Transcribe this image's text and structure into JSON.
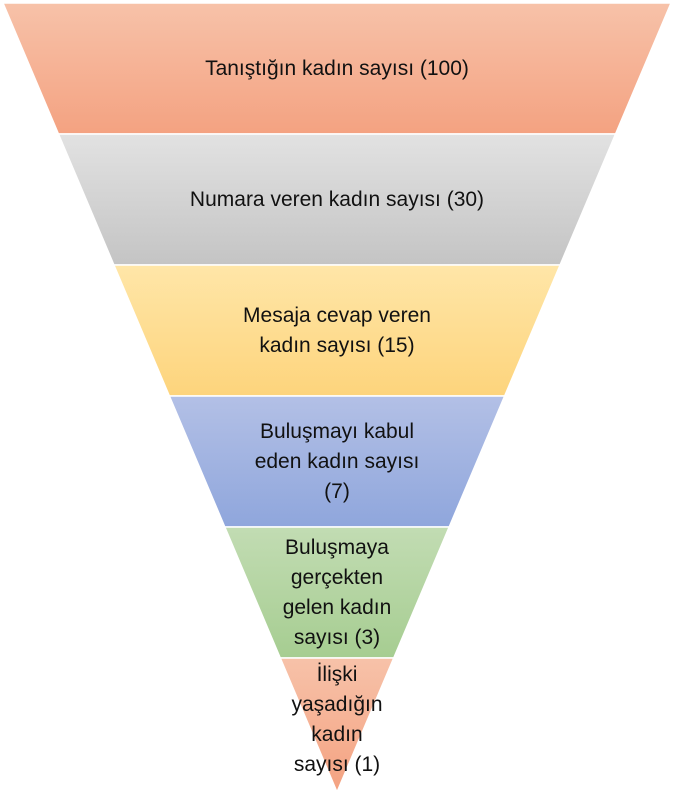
{
  "chart_data": {
    "type": "funnel",
    "stages": [
      {
        "label": "Tanıştığın kadın sayısı (100)",
        "value": 100,
        "color_top": "#f7c2a9",
        "color_bottom": "#f4a281"
      },
      {
        "label": "Numara veren kadın sayısı (30)",
        "value": 30,
        "color_top": "#e2e2e2",
        "color_bottom": "#c4c4c4"
      },
      {
        "label": "Mesaja cevap veren\nkadın sayısı (15)",
        "value": 15,
        "color_top": "#ffe6a8",
        "color_bottom": "#fdd47c"
      },
      {
        "label": "Buluşmayı kabul\neden kadın sayısı\n(7)",
        "value": 7,
        "color_top": "#b3c0e6",
        "color_bottom": "#8fa6dc"
      },
      {
        "label": "Buluşmaya\ngerçekten\ngelen kadın\nsayısı (3)",
        "value": 3,
        "color_top": "#c2dcb3",
        "color_bottom": "#a6cd91"
      },
      {
        "label": "İlişki\nyaşadığın\nkadın\nsayısı (1)",
        "value": 1,
        "color_top": "#f7c2a9",
        "color_bottom": "#f4a281"
      }
    ]
  }
}
